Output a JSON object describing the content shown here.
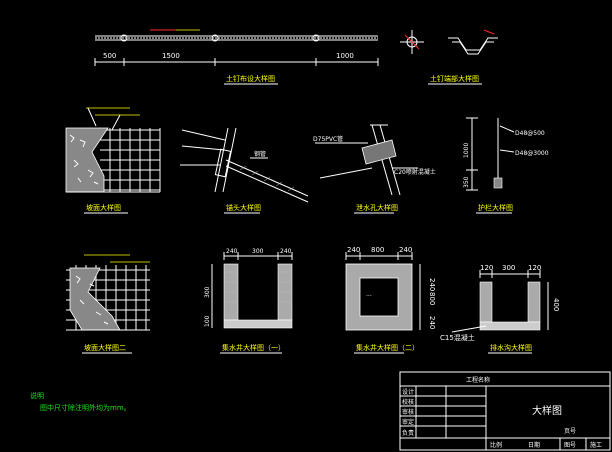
{
  "top_dims": {
    "d1": "500",
    "d2": "1500",
    "d3": "1000"
  },
  "captions": {
    "soil_belt": "土钉布设大样图",
    "soil_anchor": "土钉端部大样图",
    "slope1": "坡面大样图",
    "anchor": "锚头大样图",
    "drain": "泄水孔大样图",
    "guard": "护栏大样图",
    "slope2": "坡面大样图二",
    "pit1": "集水井大样图（一）",
    "pit2": "集水井大样图（二）",
    "ditch": "排水沟大样图"
  },
  "labels": {
    "d48_500": "D48@500",
    "d48_3000": "D48@3000",
    "h1": "1000",
    "h2": "350",
    "c15": "C15混凝土",
    "pvc": "D75PVC管",
    "c20": "C20喷射混凝土",
    "pipe": "钢管",
    "pit_top_dims": [
      "240",
      "300",
      "240"
    ],
    "pit_h1": "300",
    "pit_h2": "100",
    "pit2_top": [
      "240",
      "800",
      "240"
    ],
    "pit2_side": [
      "240",
      "800",
      "240"
    ],
    "ditch_top": [
      "120",
      "300",
      "120"
    ],
    "ditch_h": "400"
  },
  "notes": {
    "title": "说明",
    "line1": "图中尺寸除注明外均为mm。"
  },
  "title_block": {
    "project": "工程名称",
    "rows": [
      "设计",
      "校核",
      "审核",
      "审定",
      "负责"
    ],
    "drawing_name": "大样图",
    "scale": "比例",
    "date": "日期",
    "sheet": "图号",
    "sheet_no": "施工",
    "page": "页号"
  }
}
